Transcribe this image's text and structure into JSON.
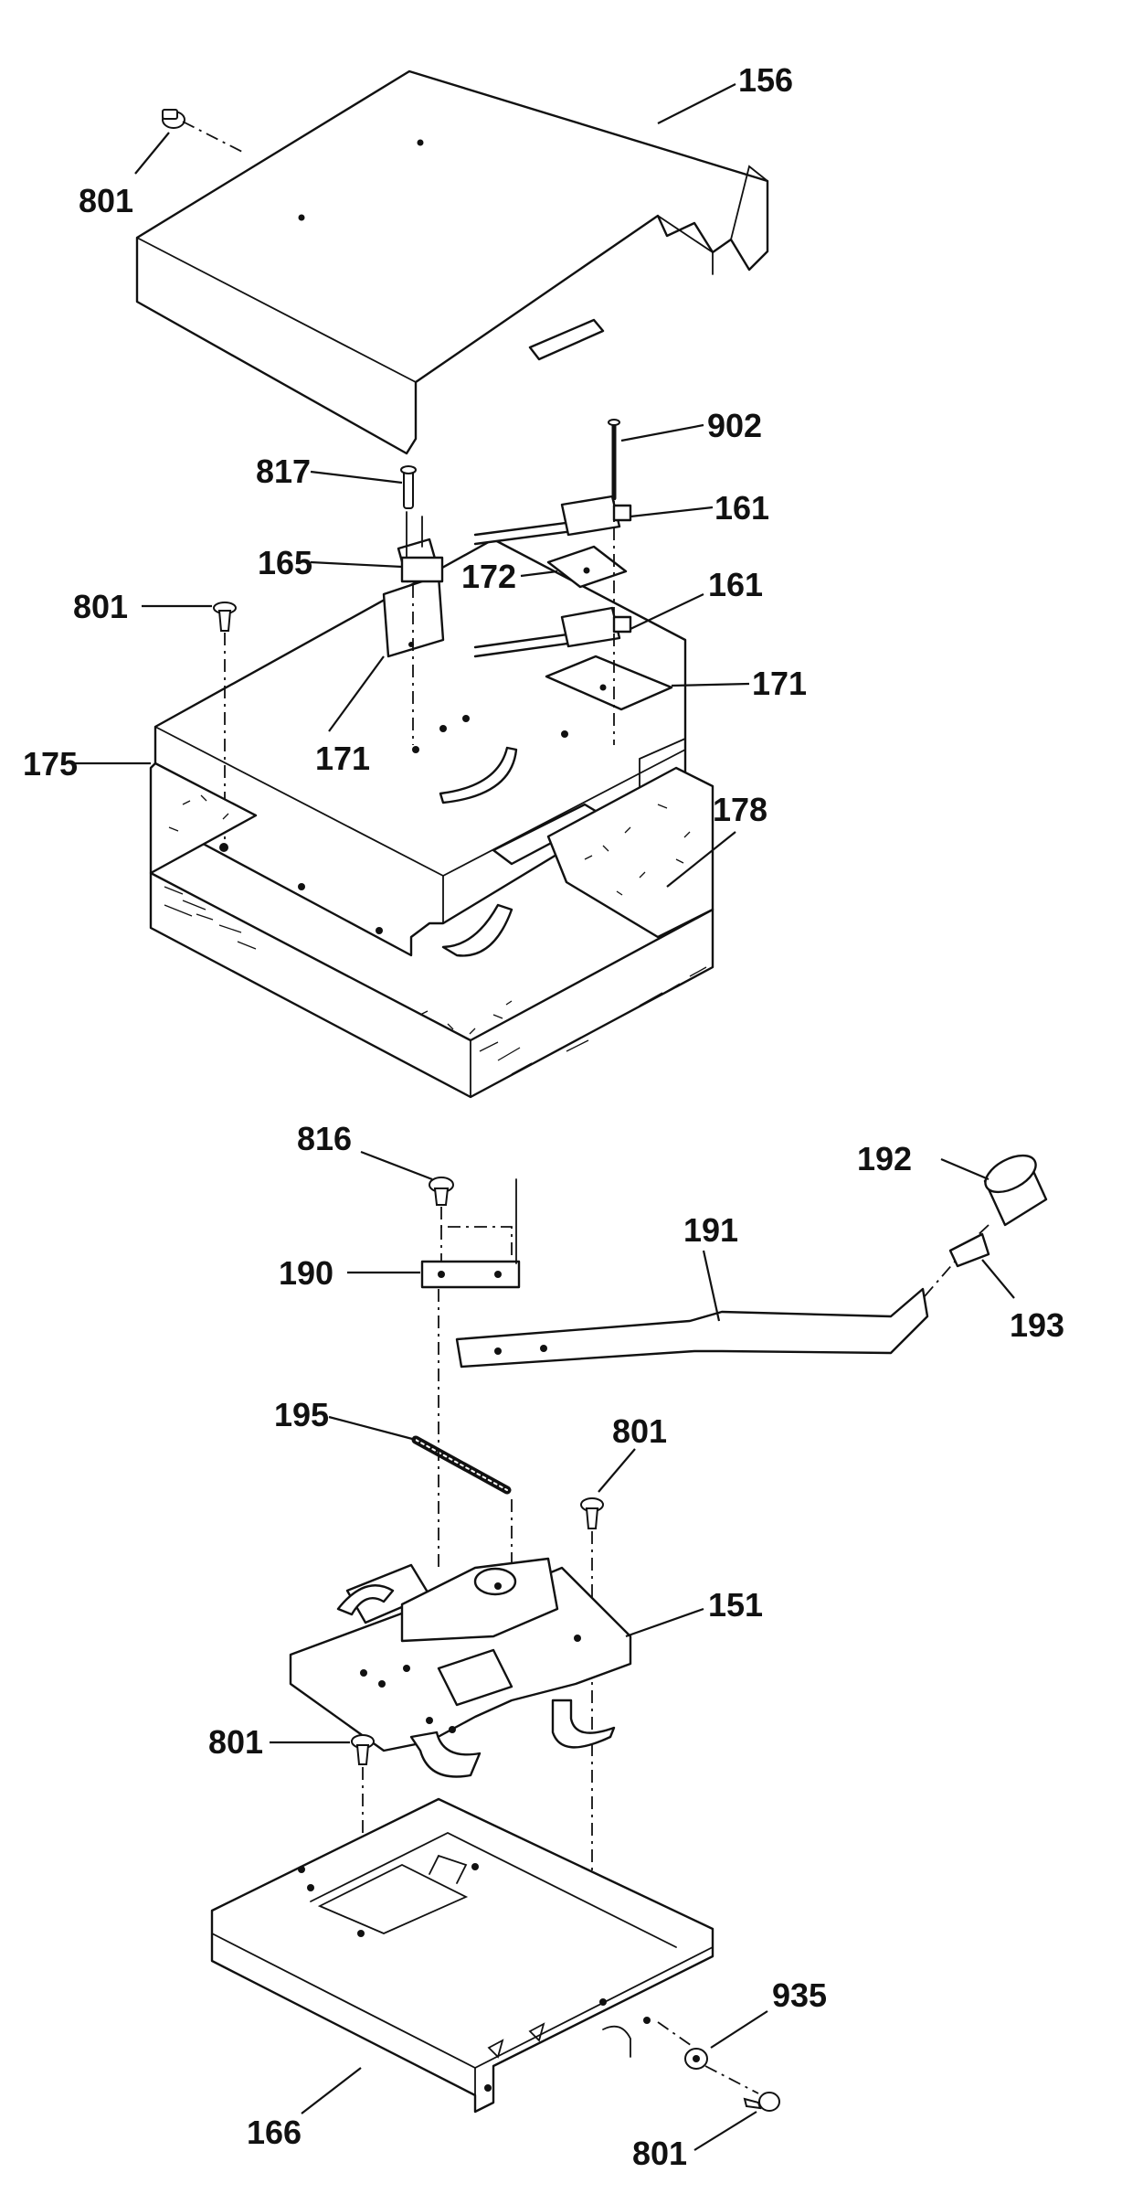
{
  "callouts": {
    "c801_top": "801",
    "c156": "156",
    "c817": "817",
    "c902": "902",
    "c161_a": "161",
    "c165": "165",
    "c172": "172",
    "c801_left": "801",
    "c161_b": "161",
    "c171_right": "171",
    "c175": "175",
    "c171_left": "171",
    "c178": "178",
    "c816": "816",
    "c192": "192",
    "c191": "191",
    "c190": "190",
    "c193": "193",
    "c195": "195",
    "c801_mid": "801",
    "c151": "151",
    "c801_low": "801",
    "c935": "935",
    "c166": "166",
    "c801_bottom": "801"
  },
  "colors": {
    "ink": "#111111",
    "paper": "#ffffff"
  }
}
